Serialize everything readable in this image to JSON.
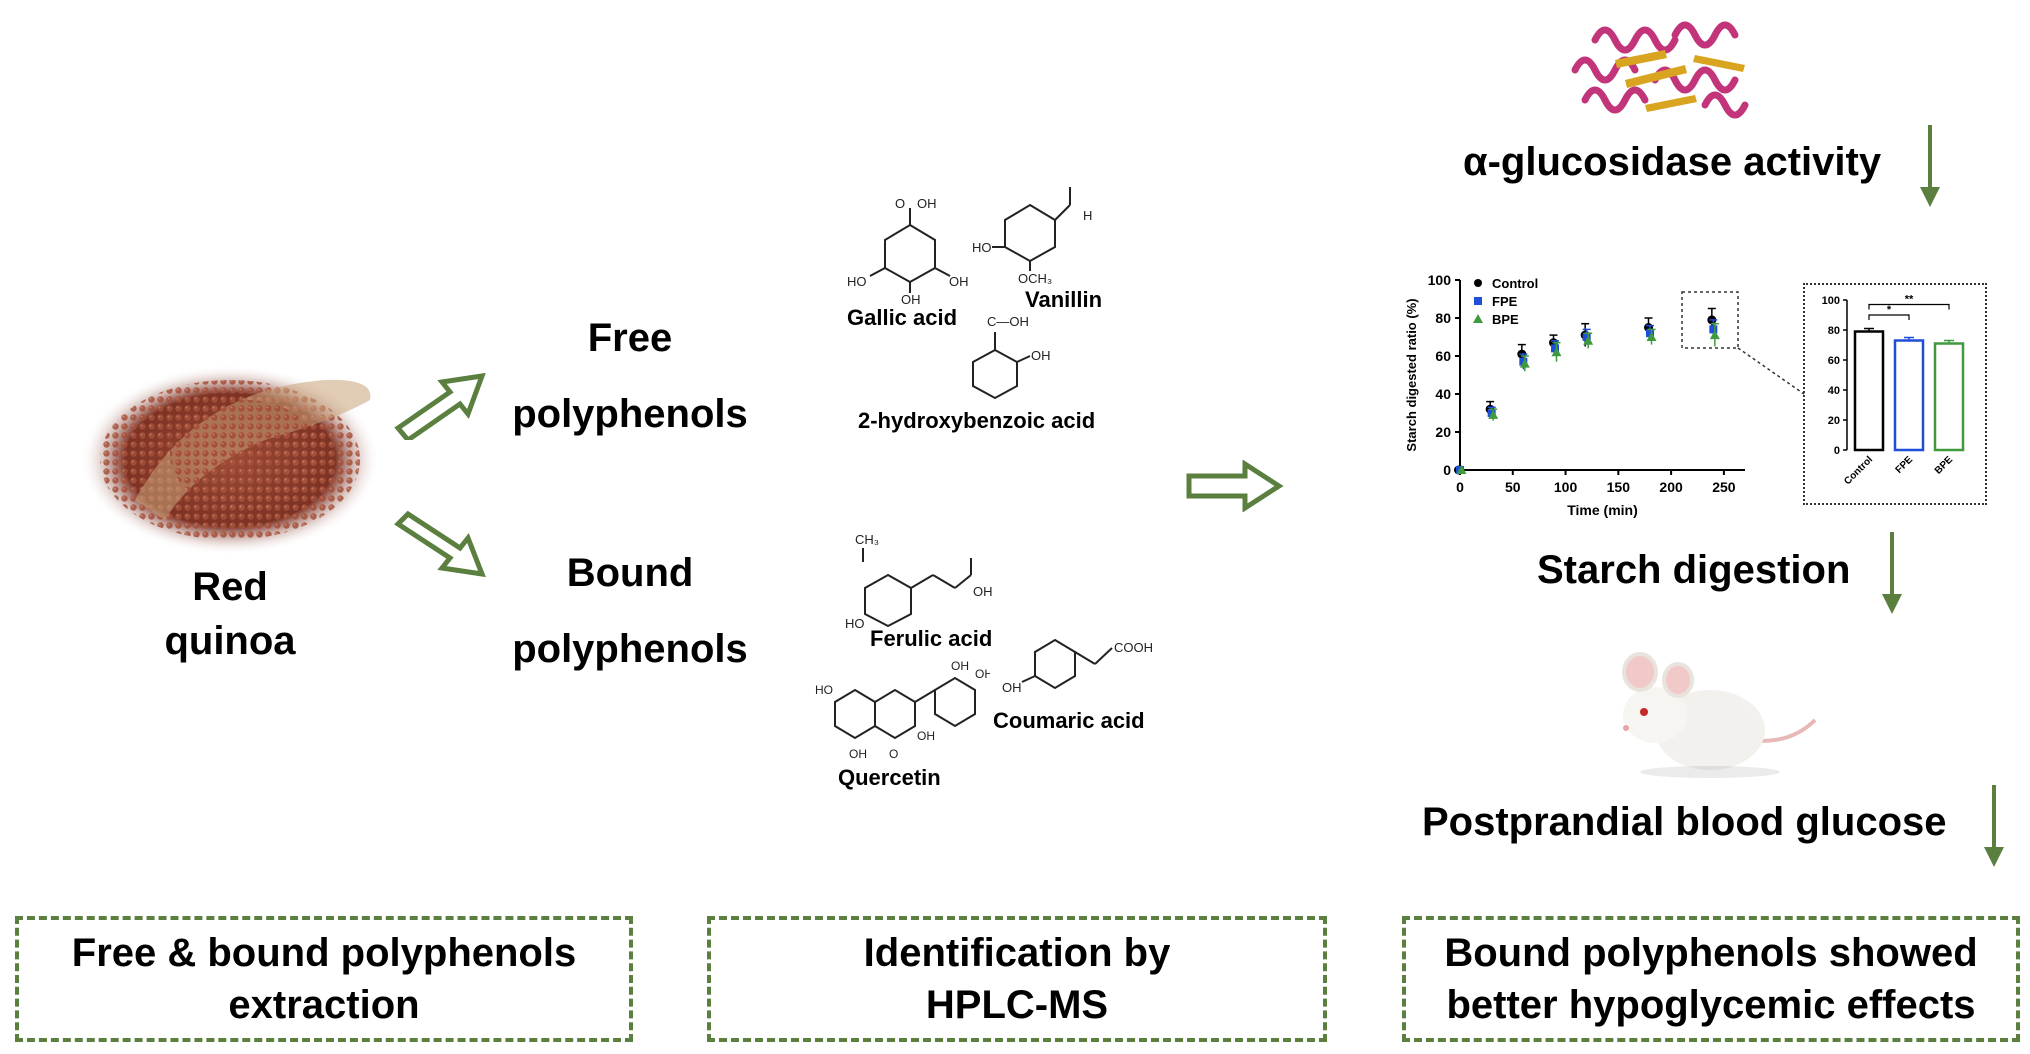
{
  "colors": {
    "accent_green": "#5a7f3e",
    "protein_magenta": "#c2357a",
    "protein_gold": "#d9a520",
    "quinoa_brown": "#8b3a2a",
    "fpe_blue": "#1f4fd8",
    "bpe_green": "#3f9a3f"
  },
  "source": {
    "label_line1": "Red",
    "label_line2": "quinoa"
  },
  "fractions": {
    "free_line1": "Free",
    "free_line2": "polyphenols",
    "bound_line1": "Bound",
    "bound_line2": "polyphenols"
  },
  "compounds": {
    "gallic": "Gallic acid",
    "vanillin": "Vanillin",
    "hydroxybenzoic": "2-hydroxybenzoic acid",
    "ferulic": "Ferulic acid",
    "coumaric": "Coumaric acid",
    "quercetin": "Quercetin"
  },
  "struct_labels": {
    "cooh": "O",
    "oh": "OH",
    "ho": "HO",
    "och3": "OCH₃",
    "h": "H",
    "ch3": "CH₃",
    "coh": "C—OH",
    "cooh_full": "COOH"
  },
  "assays": {
    "glucosidase": "α-glucosidase activity",
    "starch": "Starch digestion",
    "ppbg": "Postprandial blood glucose"
  },
  "boxes": {
    "extraction_line1": "Free & bound polyphenols",
    "extraction_line2": "extraction",
    "identification_line1": "Identification by",
    "identification_line2": "HPLC-MS",
    "result_line1": "Bound polyphenols showed",
    "result_line2": "better hypoglycemic effects"
  },
  "chart_data": [
    {
      "type": "scatter",
      "xlabel": "Time (min)",
      "ylabel": "Starch digested ratio (%)",
      "xlim": [
        0,
        270
      ],
      "ylim": [
        0,
        100
      ],
      "xticks": [
        0,
        50,
        100,
        150,
        200,
        250
      ],
      "yticks": [
        0,
        20,
        40,
        60,
        80,
        100
      ],
      "x": [
        0,
        30,
        60,
        90,
        120,
        180,
        240
      ],
      "series": [
        {
          "name": "Control",
          "values": [
            0,
            32,
            61,
            67,
            71,
            75,
            79
          ],
          "errors": [
            0,
            4,
            5,
            4,
            6,
            5,
            6
          ],
          "color": "#000000",
          "marker": "circle"
        },
        {
          "name": "FPE",
          "values": [
            0,
            30,
            57,
            64,
            70,
            72,
            74
          ],
          "errors": [
            0,
            3,
            4,
            4,
            4,
            4,
            5
          ],
          "color": "#1f4fd8",
          "marker": "square"
        },
        {
          "name": "BPE",
          "values": [
            0,
            29,
            56,
            62,
            68,
            70,
            71
          ],
          "errors": [
            0,
            3,
            4,
            5,
            4,
            4,
            6
          ],
          "color": "#3f9a3f",
          "marker": "triangle"
        }
      ],
      "legend": "top-left"
    },
    {
      "type": "bar",
      "categories": [
        "Control",
        "FPE",
        "BPE"
      ],
      "values": [
        79,
        73,
        71
      ],
      "errors": [
        2,
        2,
        2
      ],
      "ylim": [
        0,
        100
      ],
      "yticks": [
        0,
        20,
        40,
        60,
        80,
        100
      ],
      "significance": [
        {
          "from": "Control",
          "to": "FPE",
          "label": "*"
        },
        {
          "from": "Control",
          "to": "BPE",
          "label": "**"
        }
      ]
    }
  ]
}
